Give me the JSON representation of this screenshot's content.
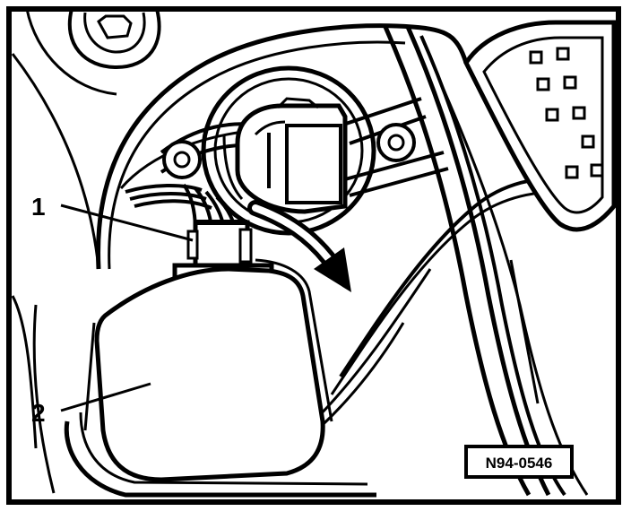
{
  "callouts": [
    {
      "label": "1"
    },
    {
      "label": "2"
    }
  ],
  "figure_ref": "N94-0546"
}
